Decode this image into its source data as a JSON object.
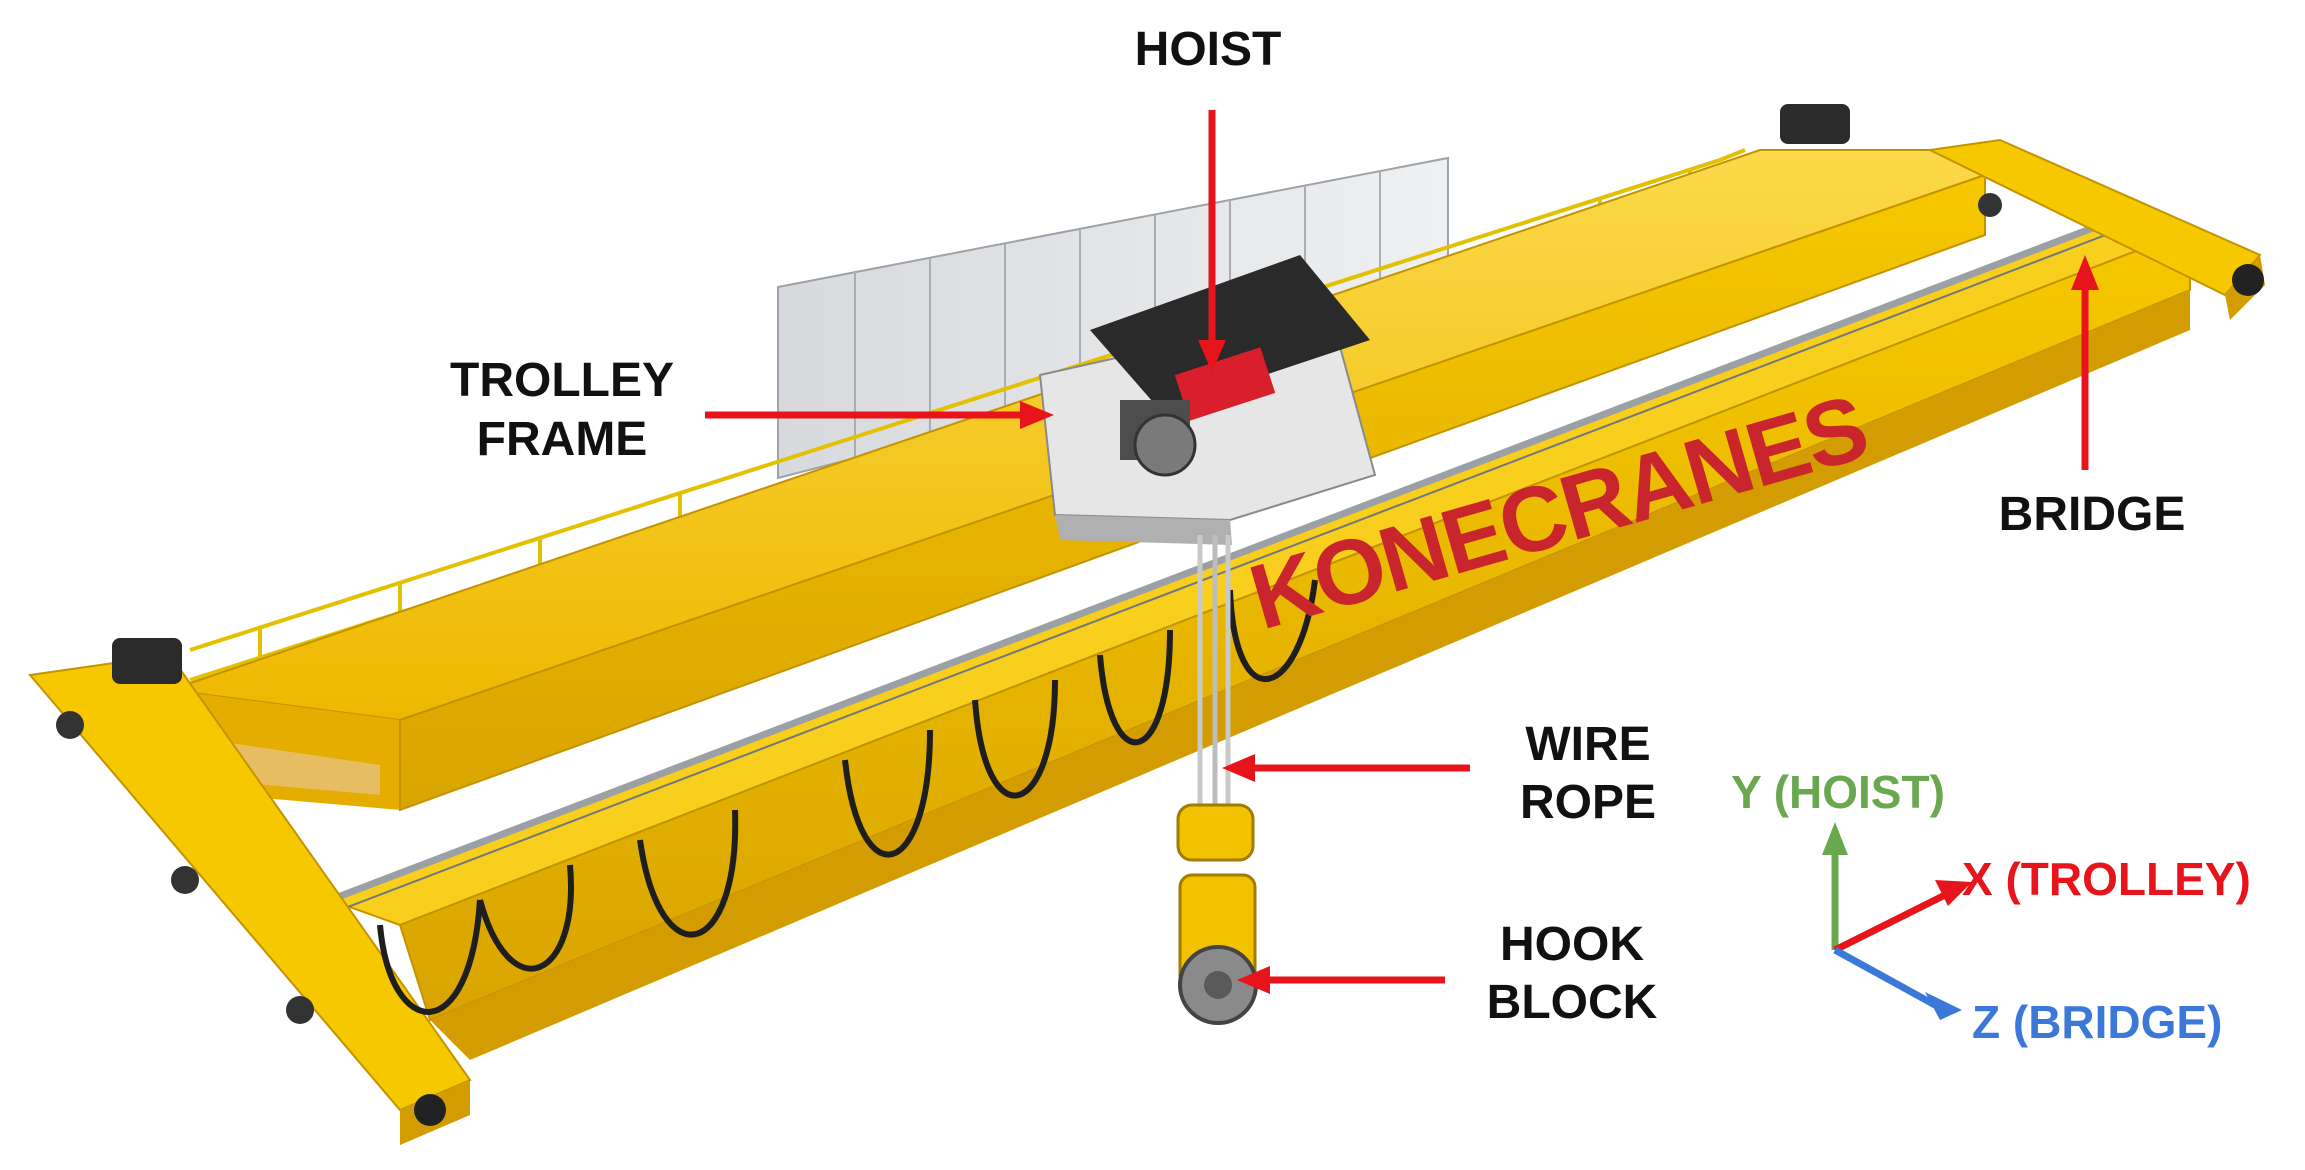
{
  "labels": {
    "hoist": "HOIST",
    "trolley_frame_line1": "TROLLEY",
    "trolley_frame_line2": "FRAME",
    "bridge": "BRIDGE",
    "wire_rope_line1": "WIRE",
    "wire_rope_line2": "ROPE",
    "hook_block_line1": "HOOK",
    "hook_block_line2": "BLOCK"
  },
  "axes": {
    "y": "Y (HOIST)",
    "x": "X (TROLLEY)",
    "z": "Z (BRIDGE)"
  },
  "brand": {
    "name": "KONECRANES"
  },
  "colors": {
    "pointer_arrow": "#e8141c",
    "axis_y": "#6aa84f",
    "axis_x": "#e8141c",
    "axis_z": "#3c78d8",
    "crane_yellow": "#f5c400",
    "brand_red": "#c9252c"
  }
}
